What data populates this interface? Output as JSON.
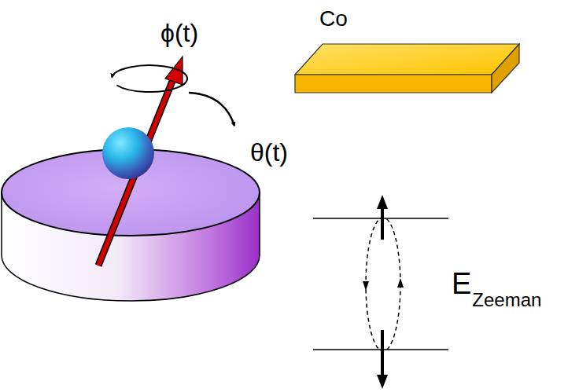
{
  "diagram": {
    "nodes": [
      {
        "text": [
          "Co"
        ]
      }
    ],
    "labels": [
      "ϕ(t)",
      "θ(t)",
      "E",
      "Zeeman"
    ]
  }
}
